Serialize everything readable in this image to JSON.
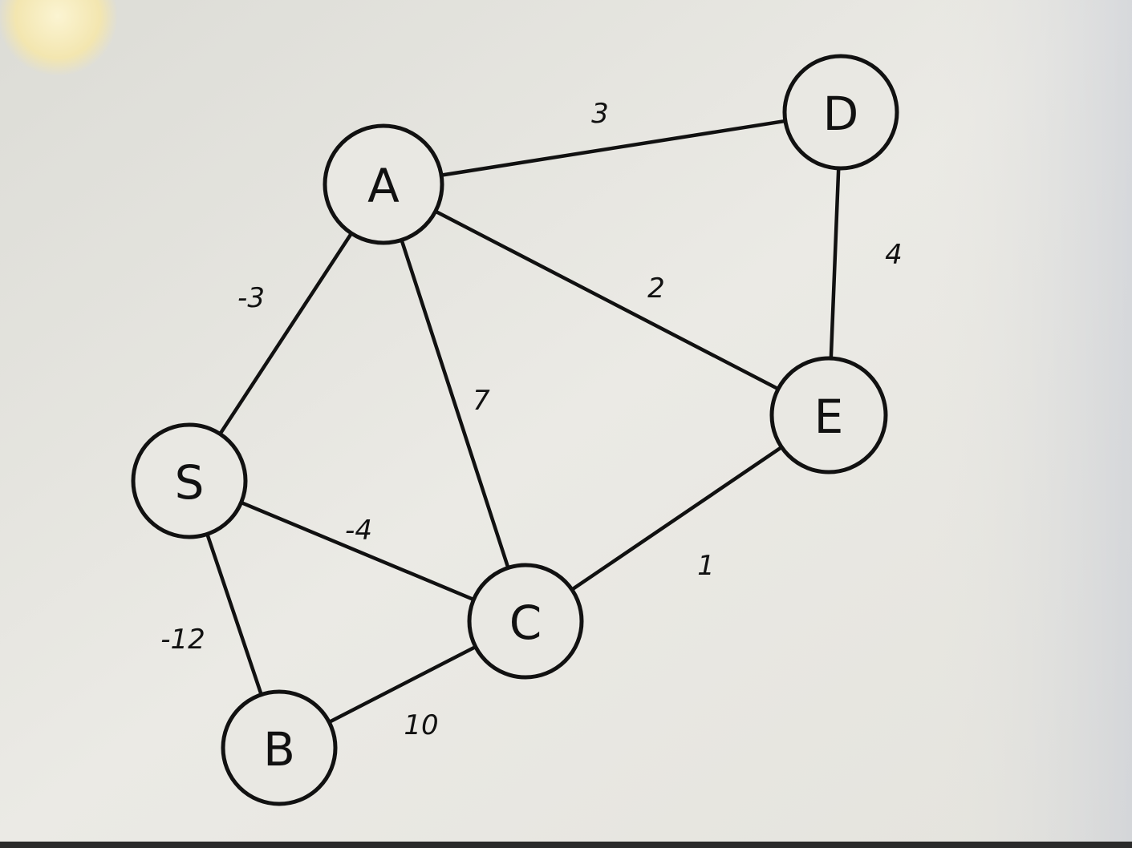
{
  "diagram": {
    "colors": {
      "screen_bg": "#e6e5e0",
      "ink": "#111111",
      "lamp_glare": "#f8f0c8"
    },
    "nodes": [
      {
        "id": "A",
        "label": "A"
      },
      {
        "id": "D",
        "label": "D"
      },
      {
        "id": "S",
        "label": "S"
      },
      {
        "id": "E",
        "label": "E"
      },
      {
        "id": "C",
        "label": "C"
      },
      {
        "id": "B",
        "label": "B"
      }
    ],
    "edges": [
      {
        "from": "A",
        "to": "D",
        "weight": "3"
      },
      {
        "from": "A",
        "to": "S",
        "weight": "-3"
      },
      {
        "from": "A",
        "to": "C",
        "weight": "7"
      },
      {
        "from": "A",
        "to": "E",
        "weight": "2"
      },
      {
        "from": "D",
        "to": "E",
        "weight": "4"
      },
      {
        "from": "S",
        "to": "C",
        "weight": "-4"
      },
      {
        "from": "S",
        "to": "B",
        "weight": "-12"
      },
      {
        "from": "C",
        "to": "E",
        "weight": "1"
      },
      {
        "from": "B",
        "to": "C",
        "weight": "10"
      }
    ]
  }
}
